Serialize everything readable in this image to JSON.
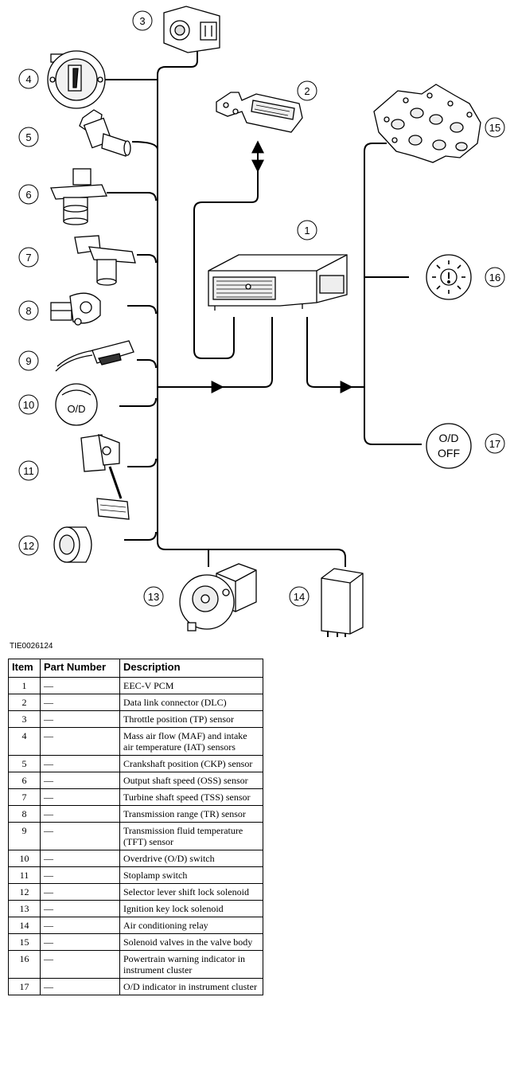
{
  "callouts": [
    "1",
    "2",
    "3",
    "4",
    "5",
    "6",
    "7",
    "8",
    "9",
    "10",
    "11",
    "12",
    "13",
    "14",
    "15",
    "16",
    "17"
  ],
  "od_switch_label": "O/D",
  "od_indicator_label_1": "O/D",
  "od_indicator_label_2": "OFF",
  "figure_id": "TIE0026124",
  "table": {
    "headers": [
      "Item",
      "Part Number",
      "Description"
    ],
    "rows": [
      {
        "item": "1",
        "part": "—",
        "desc": "EEC-V PCM"
      },
      {
        "item": "2",
        "part": "—",
        "desc": "Data link connector (DLC)"
      },
      {
        "item": "3",
        "part": "—",
        "desc": "Throttle position (TP) sensor"
      },
      {
        "item": "4",
        "part": "—",
        "desc": "Mass air flow (MAF) and intake air temperature (IAT) sensors"
      },
      {
        "item": "5",
        "part": "—",
        "desc": "Crankshaft position (CKP) sensor"
      },
      {
        "item": "6",
        "part": "—",
        "desc": "Output shaft speed (OSS) sensor"
      },
      {
        "item": "7",
        "part": "—",
        "desc": "Turbine shaft speed (TSS) sensor"
      },
      {
        "item": "8",
        "part": "—",
        "desc": "Transmission range (TR) sensor"
      },
      {
        "item": "9",
        "part": "—",
        "desc": "Transmission fluid temperature (TFT) sensor"
      },
      {
        "item": "10",
        "part": "—",
        "desc": "Overdrive (O/D) switch"
      },
      {
        "item": "11",
        "part": "—",
        "desc": "Stoplamp switch"
      },
      {
        "item": "12",
        "part": "—",
        "desc": "Selector lever shift lock solenoid"
      },
      {
        "item": "13",
        "part": "—",
        "desc": "Ignition key lock solenoid"
      },
      {
        "item": "14",
        "part": "—",
        "desc": "Air conditioning relay"
      },
      {
        "item": "15",
        "part": "—",
        "desc": "Solenoid valves in the valve body"
      },
      {
        "item": "16",
        "part": "—",
        "desc": "Powertrain warning indicator in instrument cluster"
      },
      {
        "item": "17",
        "part": "—",
        "desc": "O/D indicator in instrument cluster"
      }
    ]
  }
}
